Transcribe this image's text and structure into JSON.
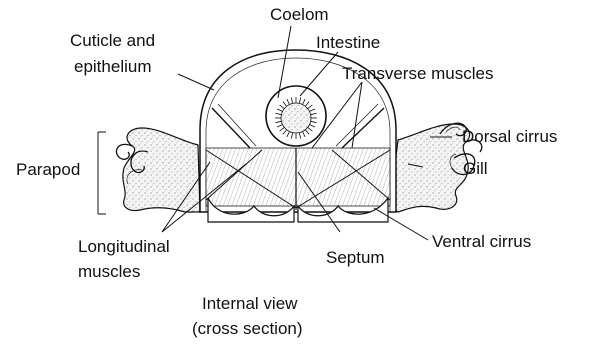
{
  "labels": {
    "coelom": "Coelom",
    "intestine": "Intestine",
    "cuticle_line1": "Cuticle and",
    "cuticle_line2": "epithelium",
    "transverse_muscles": "Transverse muscles",
    "dorsal_cirrus": "Dorsal cirrus",
    "gill": "Gill",
    "parapod": "Parapod",
    "ventral_cirrus": "Ventral cirrus",
    "septum": "Septum",
    "longitudinal_line1": "Longitudinal",
    "longitudinal_line2": "muscles",
    "caption_line1": "Internal view",
    "caption_line2": "(cross section)"
  }
}
